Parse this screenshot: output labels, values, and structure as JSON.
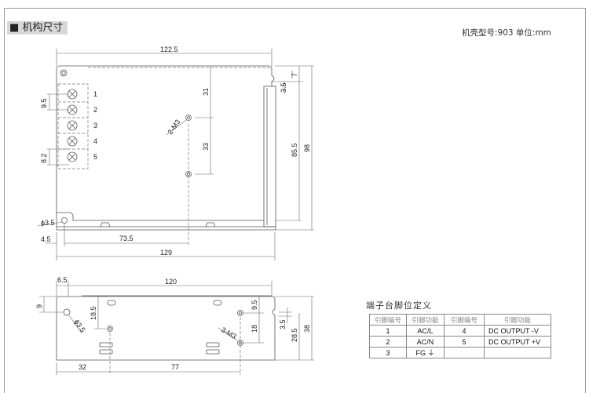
{
  "header": {
    "section_title": "■ 机构尺寸",
    "spec": "机壳型号:903  单位:mm"
  },
  "top_view": {
    "dims": {
      "width_inner": "122.5",
      "width_total": "129",
      "hole_x": "73.5",
      "left_offset": "4.5",
      "hole_y1": "31",
      "hole_y2": "33",
      "notch_w": "7",
      "notch_y": "3.5",
      "height_inner": "85.5",
      "height_total": "98",
      "terminal_pitch": "9.5",
      "terminal_w": "8.2",
      "hole_dia": "ϕ3.5",
      "screw": "2-M3"
    },
    "terminals": [
      "1",
      "2",
      "3",
      "4",
      "5"
    ]
  },
  "side_view": {
    "dims": {
      "width": "120",
      "left_offset": "6.5",
      "hole_h": "9",
      "screw1_h": "18.5",
      "screw_top": "9.5",
      "screw_gap": "18",
      "notch": "3.5",
      "notch_h": "28.5",
      "height": "38",
      "screw_x1": "32",
      "screw_x2": "77",
      "hole_dia": "ϕ3.5",
      "screw": "3-M3"
    }
  },
  "pin_table": {
    "title": "端子台脚位定义",
    "headers": [
      "引脚编号",
      "引脚功能",
      "引脚编号",
      "引脚功能"
    ],
    "rows": [
      [
        "1",
        "AC/L",
        "4",
        "DC OUTPUT -V"
      ],
      [
        "2",
        "AC/N",
        "5",
        "DC OUTPUT +V"
      ],
      [
        "3",
        "FG ⏚",
        "",
        ""
      ]
    ]
  }
}
